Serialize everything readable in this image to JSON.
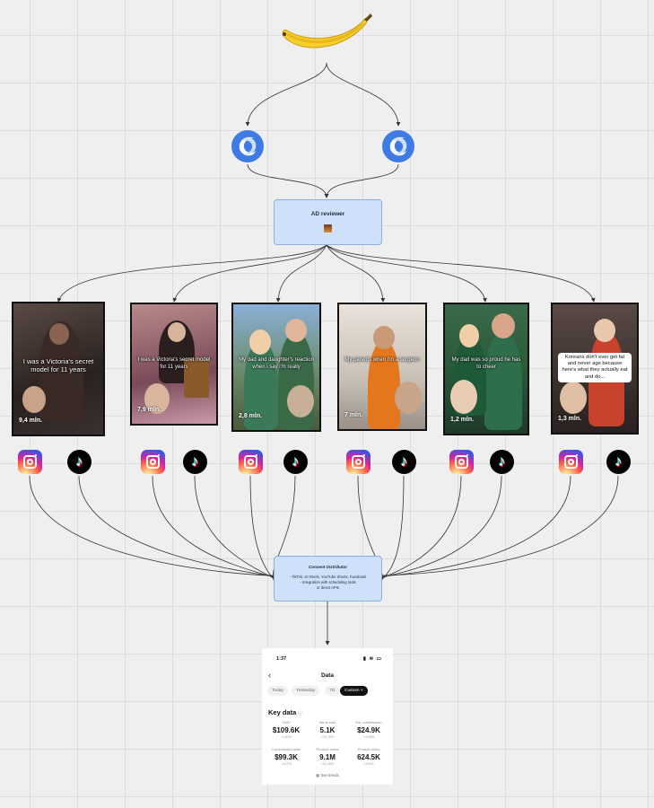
{
  "reviewer": {
    "title": "AD reviewer"
  },
  "distributor": {
    "title": "Consent Distributor",
    "line1": "- TikTok, IG Reels, YouTube Shorts, Facebook",
    "line2": "- Integration with scheduling tools",
    "line3": "or direct APIs"
  },
  "cards": [
    {
      "caption": "I was a Victoria's secret model for 11 years",
      "views": "9,4 mln."
    },
    {
      "caption": "I was a Victoria's secret model for 11 years",
      "views": "7,9 mln."
    },
    {
      "caption": "My dad and daughter's reaction when i say i'm really",
      "views": "2,8 mln."
    },
    {
      "caption": "My parents when i'm a surgeon",
      "views": "7 mln."
    },
    {
      "caption": "My dad was so proud he has to cheer",
      "views": "1,2 mln."
    },
    {
      "caption": "Koreans don't ever get fat and never age because here's what they actually eat and do...",
      "views": "1,3 mln."
    }
  ],
  "phone": {
    "time": "1:37",
    "title": "Data",
    "back": "‹",
    "tabs": [
      "Today",
      "Yesterday",
      "7D",
      "Custom ˅"
    ],
    "key_data": "Key data",
    "metrics": [
      {
        "label": "GMV",
        "value": "$109.6K",
        "change": "-1.60%"
      },
      {
        "label": "Items sold",
        "value": "5.1K",
        "change": "+12.76%"
      },
      {
        "label": "Est. commission",
        "value": "$24.9K",
        "change": "+4.08%"
      },
      {
        "label": "Commission base",
        "value": "$99.3K",
        "change": "-9.07%"
      },
      {
        "label": "Product views",
        "value": "9.1M",
        "change": "+31.26%"
      },
      {
        "label": "Product clicks",
        "value": "624.5K",
        "change": "+261%"
      }
    ],
    "trends": "See trends"
  },
  "colors": {
    "node_fill": "#cfe0fb",
    "node_border": "#8eaee0",
    "wire": "#333333"
  }
}
